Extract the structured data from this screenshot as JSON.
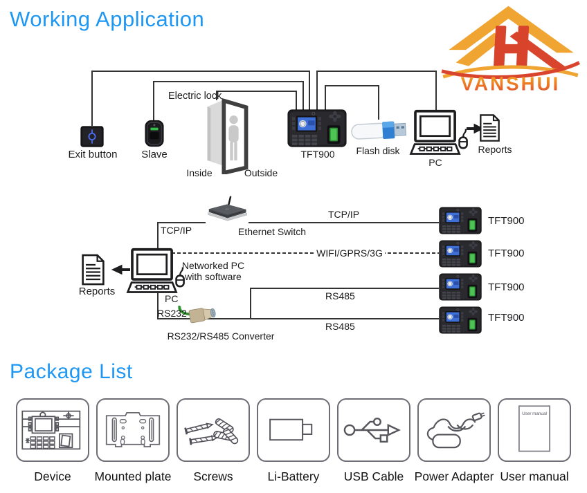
{
  "header": {
    "title": "Working Application"
  },
  "logo": {
    "brand": "VANSHUI"
  },
  "top": {
    "electric_lock": "Electric lock",
    "exit_button": "Exit button",
    "slave": "Slave",
    "inside": "Inside",
    "outside": "Outside",
    "device": "TFT900",
    "flash_disk": "Flash disk",
    "pc": "PC",
    "reports": "Reports"
  },
  "net": {
    "tcp_ip_left": "TCP/IP",
    "ethernet_switch": "Ethernet Switch",
    "tcp_ip_right": "TCP/IP",
    "wireless": "WIFI/GPRS/3G",
    "networked_pc_1": "Networked PC",
    "networked_pc_2": "with software",
    "reports": "Reports",
    "pc": "PC",
    "rs232": "RS232",
    "converter": "RS232/RS485 Converter",
    "rs485_top": "RS485",
    "rs485_bottom": "RS485",
    "units": [
      {
        "label": "TFT900"
      },
      {
        "label": "TFT900"
      },
      {
        "label": "TFT900"
      },
      {
        "label": "TFT900"
      }
    ]
  },
  "package": {
    "title": "Package List",
    "items": [
      {
        "label": "Device"
      },
      {
        "label": "Mounted plate"
      },
      {
        "label": "Screws"
      },
      {
        "label": "Li-Battery"
      },
      {
        "label": "USB Cable"
      },
      {
        "label": "Power Adapter"
      },
      {
        "label": "User manual",
        "booklet_text": "User manual"
      }
    ]
  },
  "colors": {
    "accent_blue": "#1e97f3",
    "logo_orange": "#f0a431",
    "logo_red": "#d9452c",
    "wire": "#333333",
    "sensor_green": "#4ec455",
    "screen_blue": "#3e6fd6"
  }
}
